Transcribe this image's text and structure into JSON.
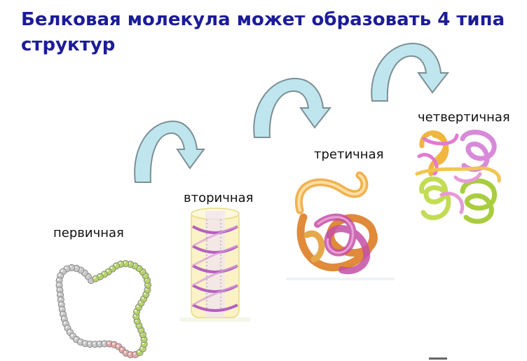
{
  "slide": {
    "title": "Белковая молекула может образовать 4 типа структур"
  },
  "structures": [
    {
      "label": "первичная",
      "icon": "bead-chain-icon"
    },
    {
      "label": "вторичная",
      "icon": "alpha-helix-icon"
    },
    {
      "label": "третичная",
      "icon": "tertiary-fold-icon"
    },
    {
      "label": "четвертичная",
      "icon": "quaternary-complex-icon"
    }
  ],
  "colors": {
    "title": "#1c1c99",
    "arrow_fill": "#bfe6ee",
    "arrow_stroke": "#7c8f94",
    "bead_grey": "#c8c8c8",
    "bead_green": "#b6d36a",
    "bead_pink": "#e2a9a6"
  }
}
